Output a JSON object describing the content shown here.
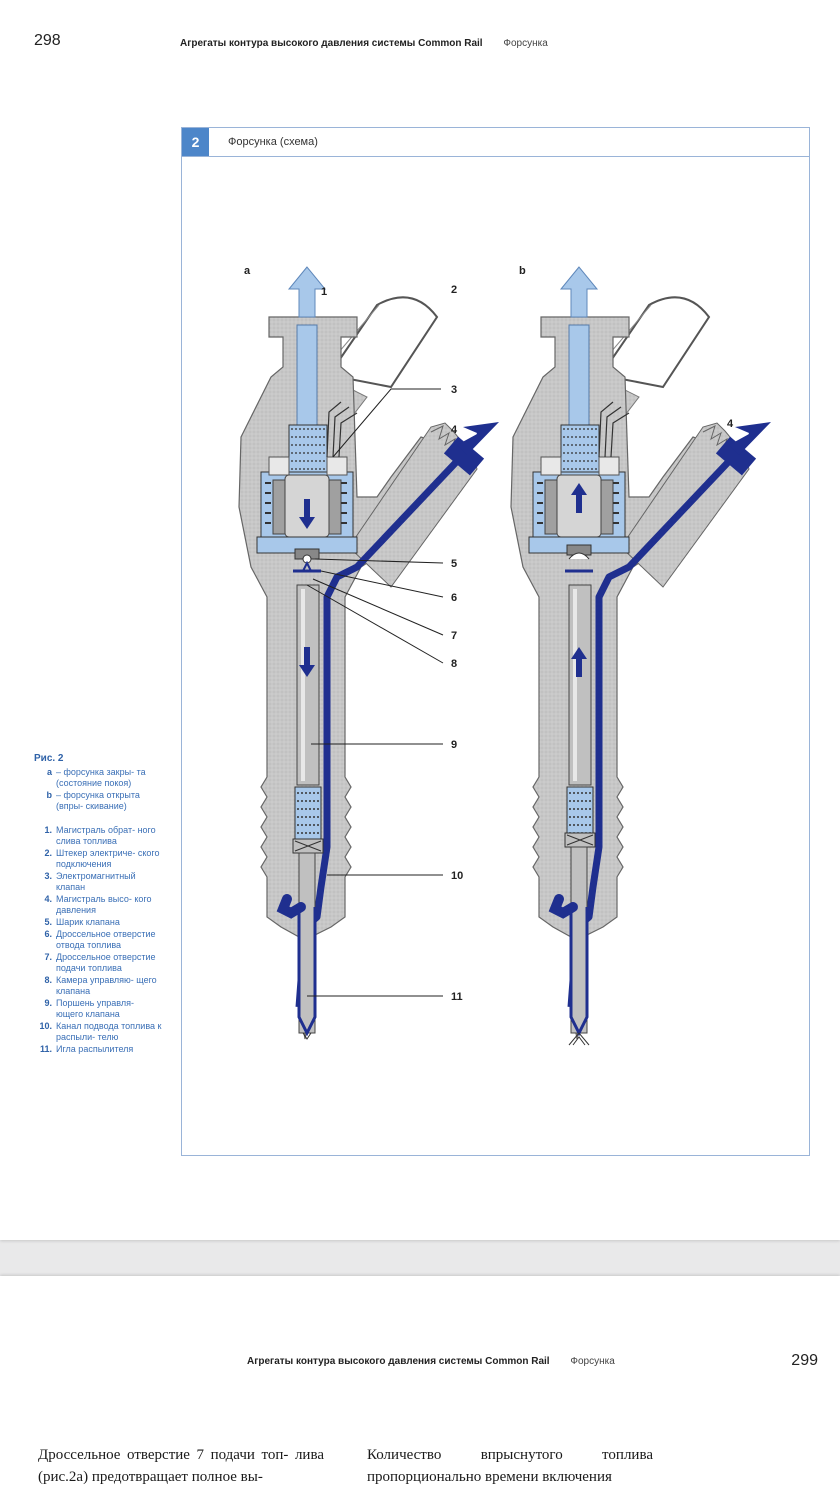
{
  "page1": {
    "page_number": "298",
    "running_title": "Агрегаты контура высокого давления системы Common Rail",
    "running_section": "Форсунка"
  },
  "figure": {
    "number": "2",
    "title": "Форсунка (схема)",
    "view_a": "a",
    "view_b": "b",
    "callouts": [
      "1",
      "2",
      "3",
      "4",
      "5",
      "6",
      "7",
      "8",
      "9",
      "10",
      "11"
    ],
    "callouts_b": [
      "4"
    ]
  },
  "caption": {
    "title": "Рис. 2",
    "views": [
      {
        "key": "a",
        "text": "– форсунка закры- та (состояние покоя)"
      },
      {
        "key": "b",
        "text": "– форсунка открыта (впры- скивание)"
      }
    ],
    "items": [
      {
        "key": "1.",
        "text": "Магистраль обрат- ного слива топлива"
      },
      {
        "key": "2.",
        "text": "Штекер электриче- ского подключения"
      },
      {
        "key": "3.",
        "text": "Электромагнитный клапан"
      },
      {
        "key": "4.",
        "text": "Магистраль высо- кого давления"
      },
      {
        "key": "5.",
        "text": "Шарик клапана"
      },
      {
        "key": "6.",
        "text": "Дроссельное отверстие отвода топлива"
      },
      {
        "key": "7.",
        "text": "Дроссельное отверстие подачи топлива"
      },
      {
        "key": "8.",
        "text": "Камера управляю- щего клапана"
      },
      {
        "key": "9.",
        "text": "Поршень управля- ющего клапана"
      },
      {
        "key": "10.",
        "text": "Канал подвода топлива к распыли- телю"
      },
      {
        "key": "11.",
        "text": "Игла распылителя"
      }
    ]
  },
  "page2": {
    "page_number": "299",
    "running_title": "Агрегаты контура высокого давления системы Common Rail",
    "running_section": "Форсунка",
    "col1_text": "Дроссельное отверстие 7 подачи топ- лива (рис.2а) предотвращает полное вы-",
    "col2_text": "Количество впрыснутого топлива пропорционально времени включения"
  },
  "colors": {
    "accent": "#4d86c9",
    "caption_text": "#3a6fb6",
    "fuel_high_pressure": "#1f2f8f",
    "fuel_return": "#a8c8ea",
    "body_gray": "#c9c9c9"
  }
}
